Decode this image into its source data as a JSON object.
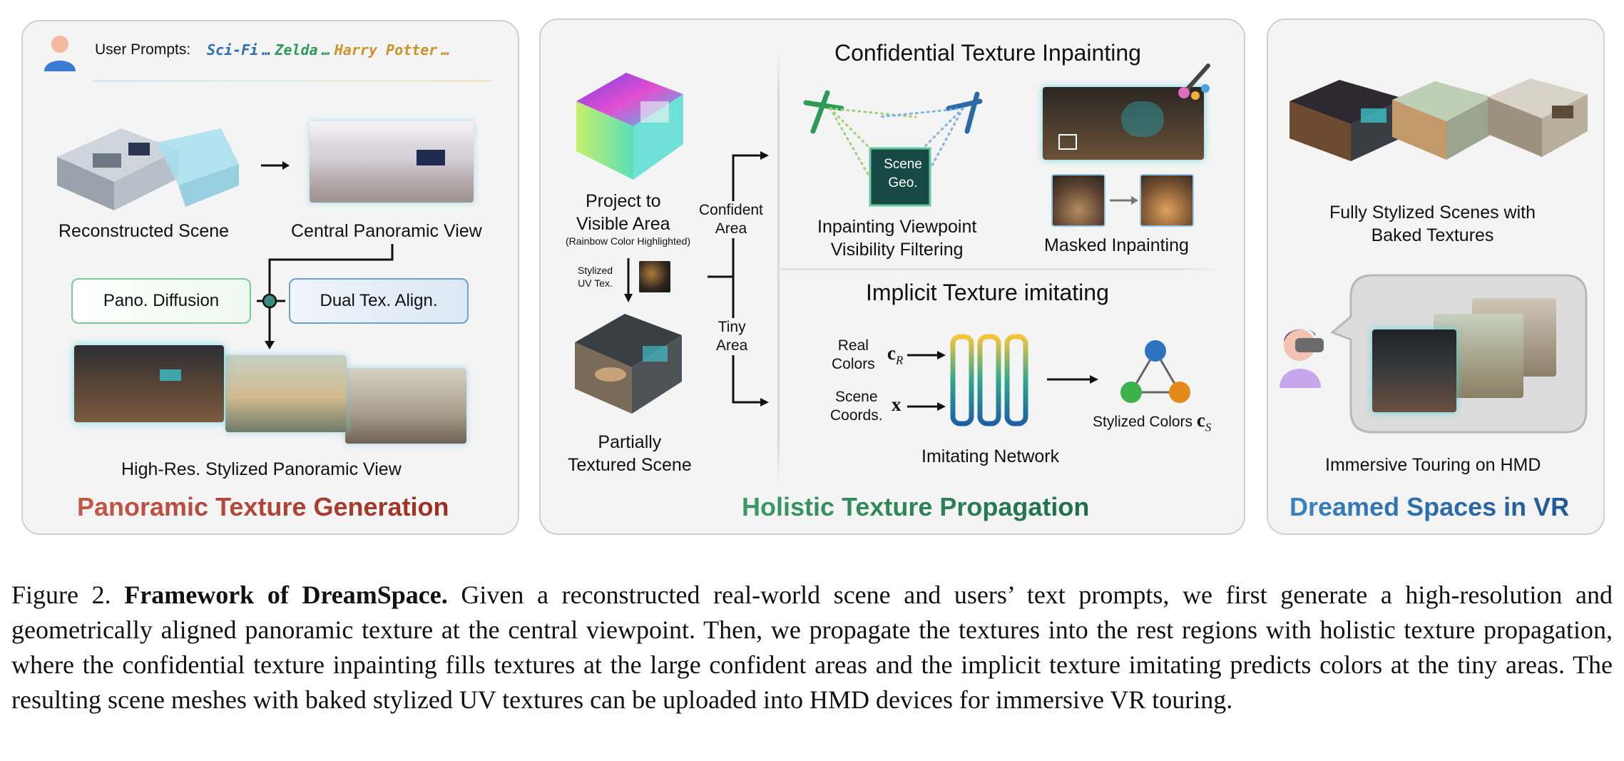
{
  "panel1": {
    "user_prompts_label": "User Prompts:",
    "prompts": [
      "Sci-Fi",
      "…",
      "Zelda",
      "…",
      "Harry Potter",
      "…"
    ],
    "reconstructed_scene": "Reconstructed Scene",
    "central_panoramic_view": "Central Panoramic View",
    "pano_diffusion": "Pano. Diffusion",
    "dual_tex_align": "Dual Tex. Align.",
    "high_res_label": "High-Res. Stylized Panoramic View",
    "title": "Panoramic Texture Generation"
  },
  "panel2": {
    "project_line1": "Project to",
    "project_line2": "Visible Area",
    "rainbow_note": "(Rainbow Color Highlighted)",
    "stylized_uv_line1": "Stylized",
    "stylized_uv_line2": "UV Tex.",
    "partially_line1": "Partially",
    "partially_line2": "Textured Scene",
    "confident_line1": "Confident",
    "confident_line2": "Area",
    "tiny_line1": "Tiny",
    "tiny_line2": "Area",
    "cti_title": "Confidential Texture Inpainting",
    "scene_geo_line1": "Scene",
    "scene_geo_line2": "Geo.",
    "inpainting_vp_line1": "Inpainting Viewpoint",
    "inpainting_vp_line2": "Visibility Filtering",
    "masked_inpainting": "Masked Inpainting",
    "iti_title": "Implicit Texture imitating",
    "real_colors_line1": "Real",
    "real_colors_line2": "Colors",
    "c_r": "c",
    "c_r_sub": "R",
    "scene_coords_line1": "Scene",
    "scene_coords_line2": "Coords.",
    "x_symbol": "x",
    "imitating_network": "Imitating Network",
    "stylized_colors": "Stylized Colors",
    "c_s": "c",
    "c_s_sub": "S",
    "title": "Holistic Texture Propagation"
  },
  "panel3": {
    "fully_line1": "Fully Stylized Scenes with",
    "fully_line2": "Baked Textures",
    "immersive": "Immersive Touring on HMD",
    "title": "Dreamed Spaces in VR"
  },
  "caption": {
    "figure_label": "Figure 2.",
    "bold_title": "Framework of DreamSpace.",
    "body": "Given a reconstructed real-world scene and users’ text prompts, we first generate a high-resolution and geometrically aligned panoramic texture at the central viewpoint. Then, we propagate the textures into the rest regions with holistic texture propagation, where the confidential texture inpainting fills textures at the large confident areas and the implicit texture imitating predicts colors at the tiny areas. The resulting scene meshes with baked stylized UV textures can be uploaded into HMD devices for immersive VR touring."
  },
  "colors": {
    "panel1_title": "#b94a3c",
    "panel2_title": "#2e7d55",
    "panel3_title": "#2e6da4",
    "prompt_scifi": "#2a6fb0",
    "prompt_zelda": "#2e9a5a",
    "prompt_hp": "#c9932a"
  }
}
